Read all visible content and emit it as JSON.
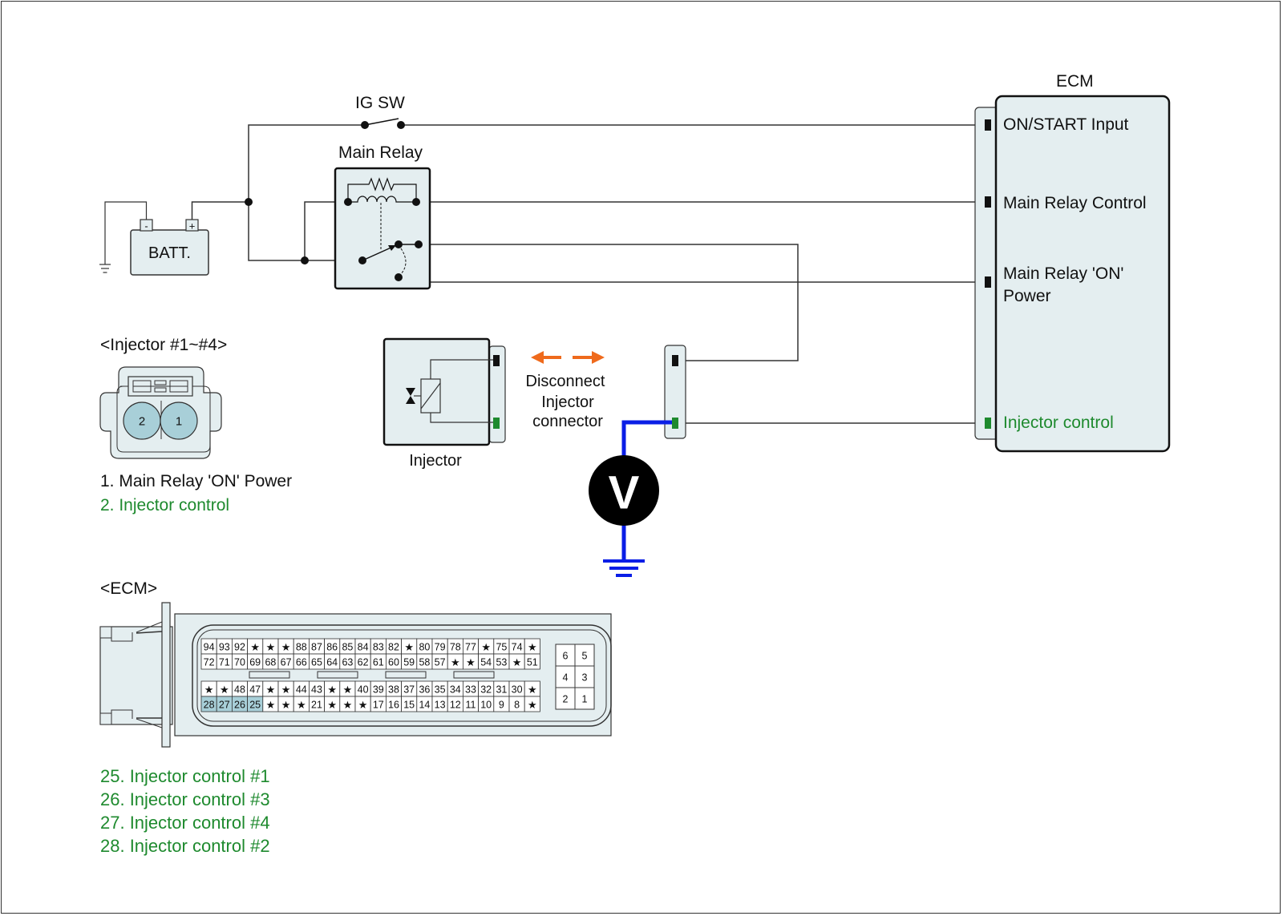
{
  "colors": {
    "wire": "#333333",
    "module_fill": "#e4eef0",
    "green_pin": "#1e8a2e",
    "black_pin": "#111111",
    "meter_wire": "#0a1ee6",
    "arrow": "#ef6a1c",
    "pin_highlight": "#a8cfd8",
    "label_green": "#1e8a2e"
  },
  "labels": {
    "ig_sw": "IG SW",
    "main_relay": "Main Relay",
    "battery": "BATT.",
    "battery_neg": "-",
    "battery_pos": "+",
    "ecm_title": "ECM",
    "ecm_pins": [
      {
        "text": "ON/START Input",
        "color": "black"
      },
      {
        "text": "Main Relay Control",
        "color": "black"
      },
      {
        "text": "Main Relay 'ON'\nPower",
        "color": "black"
      },
      {
        "text": "Injector control",
        "color": "green"
      }
    ],
    "injector": "Injector",
    "disconnect": [
      "Disconnect",
      "Injector",
      "connector"
    ],
    "voltmeter": "V"
  },
  "injector_connector": {
    "title": "<Injector #1~#4>",
    "pins": [
      "2",
      "1"
    ],
    "legend": [
      {
        "text": "1. Main Relay 'ON' Power",
        "color": "black"
      },
      {
        "text": "2. Injector control",
        "color": "green"
      }
    ]
  },
  "ecm_connector": {
    "title": "<ECM>",
    "rows": [
      [
        "94",
        "93",
        "92",
        "*",
        "*",
        "*",
        "88",
        "87",
        "86",
        "85",
        "84",
        "83",
        "82",
        "*",
        "80",
        "79",
        "78",
        "77",
        "*",
        "75",
        "74",
        "*"
      ],
      [
        "72",
        "71",
        "70",
        "69",
        "68",
        "67",
        "66",
        "65",
        "64",
        "63",
        "62",
        "61",
        "60",
        "59",
        "58",
        "57",
        "*",
        "*",
        "54",
        "53",
        "*",
        "51"
      ],
      [
        "*",
        "*",
        "48",
        "47",
        "*",
        "*",
        "44",
        "43",
        "*",
        "*",
        "40",
        "39",
        "38",
        "37",
        "36",
        "35",
        "34",
        "33",
        "32",
        "31",
        "30",
        "*"
      ],
      [
        "28",
        "27",
        "26",
        "25",
        "*",
        "*",
        "*",
        "21",
        "*",
        "*",
        "*",
        "17",
        "16",
        "15",
        "14",
        "13",
        "12",
        "11",
        "10",
        "9",
        "8",
        "*"
      ]
    ],
    "highlighted_pins": [
      "28",
      "27",
      "26",
      "25"
    ],
    "small_block": [
      [
        "6",
        "5"
      ],
      [
        "4",
        "3"
      ],
      [
        "2",
        "1"
      ]
    ],
    "legend": [
      "25. Injector control #1",
      "26. Injector control #3",
      "27. Injector control #4",
      "28. Injector control #2"
    ]
  }
}
